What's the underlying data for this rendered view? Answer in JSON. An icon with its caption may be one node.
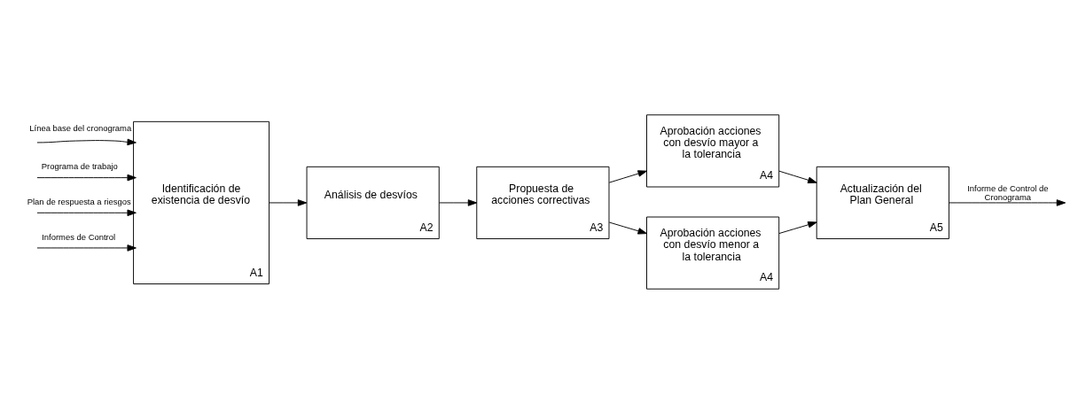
{
  "diagram": {
    "nodes": [
      {
        "text": [
          "Identificación de existencia de desvío",
          "A1"
        ]
      },
      {
        "text": [
          "Análisis de desvíos",
          "A2"
        ]
      },
      {
        "text": [
          "Propuesta de acciones correctivas",
          "A3"
        ]
      },
      {
        "text": [
          "Aprobación acciones con desvío mayor a la tolerancia",
          "A4"
        ]
      },
      {
        "text": [
          "Aprobación acciones con desvío menor a la tolerancia",
          "A4"
        ]
      },
      {
        "text": [
          "Actualización del Plan General",
          "A5"
        ]
      }
    ],
    "edges": [
      {
        "from": null,
        "to": 0,
        "arrow": "to",
        "label": "Línea base del cronograma"
      },
      {
        "from": null,
        "to": 0,
        "arrow": "to",
        "label": "Programa de trabajo"
      },
      {
        "from": null,
        "to": 0,
        "arrow": "to",
        "label": "Plan de respuesta a riesgos"
      },
      {
        "from": null,
        "to": 0,
        "arrow": "to",
        "label": "Informes de Control"
      },
      {
        "from": 0,
        "to": 1,
        "arrow": "to"
      },
      {
        "from": 1,
        "to": 2,
        "arrow": "to"
      },
      {
        "from": 2,
        "to": 3,
        "arrow": "to"
      },
      {
        "from": 2,
        "to": 4,
        "arrow": "to"
      },
      {
        "from": 3,
        "to": 5,
        "arrow": "to"
      },
      {
        "from": 4,
        "to": 5,
        "arrow": "to"
      },
      {
        "from": 5,
        "to": null,
        "arrow": "to",
        "label": "Informe de Control de Cronograma"
      }
    ]
  }
}
